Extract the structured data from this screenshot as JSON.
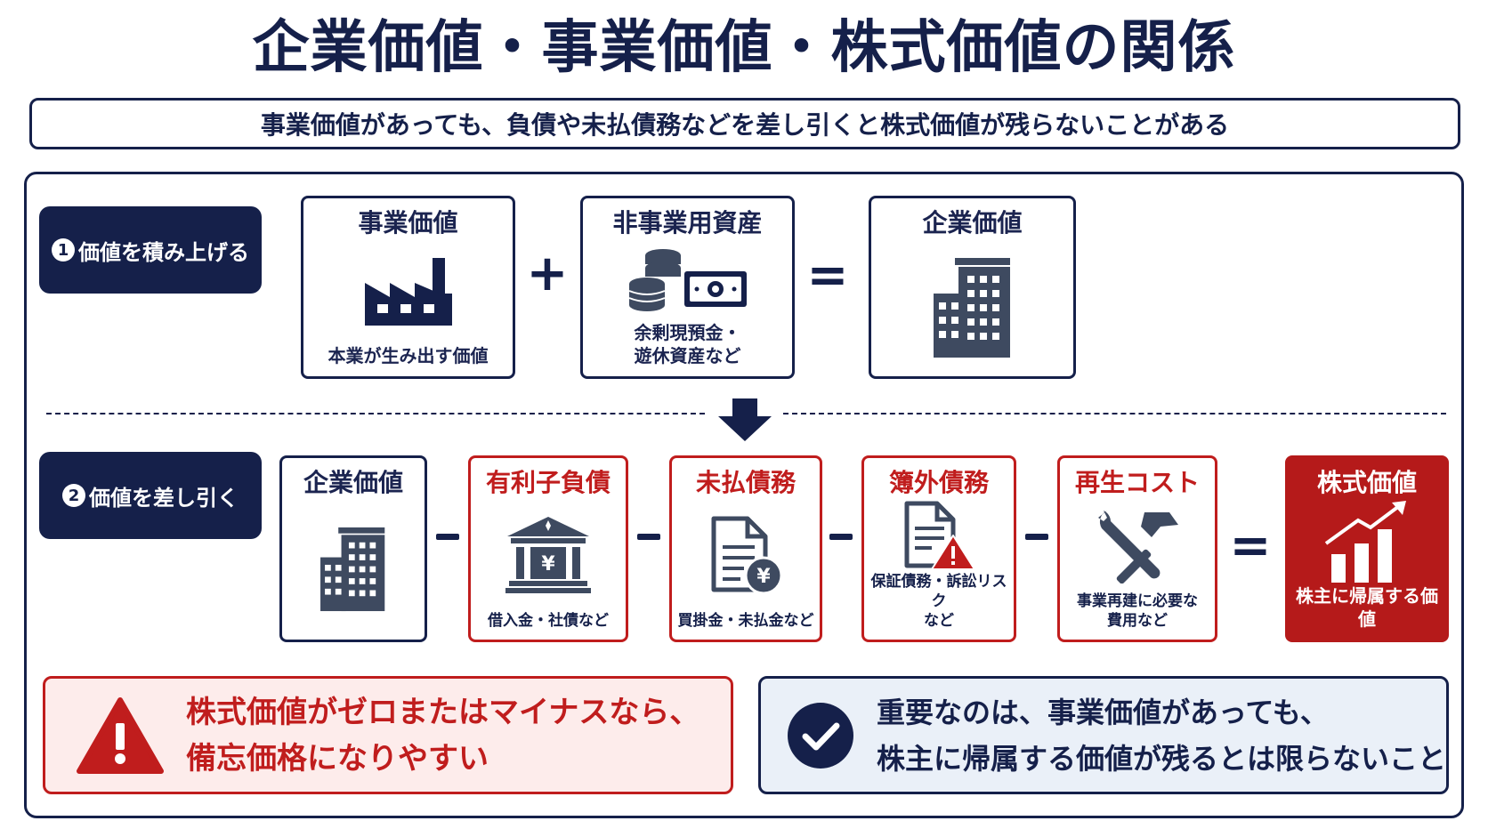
{
  "title": "企業価値・事業価値・株式価値の関係",
  "subtitle": "事業価値があっても、負債や未払債務などを差し引くと株式価値が残らないことがある",
  "step1": {
    "num": "1",
    "label": "価値を積み上げる",
    "cards": [
      {
        "title": "事業価値",
        "sub": "本業が生み出す価値",
        "icon": "factory-icon"
      },
      {
        "title": "非事業用資産",
        "sub_lines": [
          "余剰現預金・",
          "遊休資産など"
        ],
        "icon": "coins-cash-icon"
      },
      {
        "title": "企業価値",
        "icon": "building-icon"
      }
    ],
    "plus": "+",
    "equals": "="
  },
  "step2": {
    "num": "2",
    "label": "価値を差し引く",
    "cards": [
      {
        "title": "企業価値",
        "icon": "building-icon"
      },
      {
        "title": "有利子負債",
        "sub": "借入金・社債など",
        "icon": "bank-yen-icon"
      },
      {
        "title": "未払債務",
        "sub": "買掛金・未払金など",
        "icon": "document-yen-icon"
      },
      {
        "title": "簿外債務",
        "sub_lines": [
          "保証債務・訴訟リスク",
          "など"
        ],
        "icon": "document-warning-icon"
      },
      {
        "title": "再生コスト",
        "sub_lines": [
          "事業再建に必要な",
          "費用など"
        ],
        "icon": "tools-icon"
      },
      {
        "title": "株式価値",
        "sub": "株主に帰属する価値",
        "icon": "growth-chart-icon"
      }
    ],
    "equals": "="
  },
  "notes": {
    "warning_lines": [
      "株式価値がゼロまたはマイナスなら、",
      "備忘価格になりやすい"
    ],
    "key_lines": [
      "重要なのは、事業価値があっても、",
      "株主に帰属する価値が残るとは限らないこと"
    ]
  },
  "colors": {
    "navy": "#15204a",
    "red": "#c01d1d",
    "red_fill": "#b51a1a",
    "icon_gray": "#3e4a60"
  }
}
